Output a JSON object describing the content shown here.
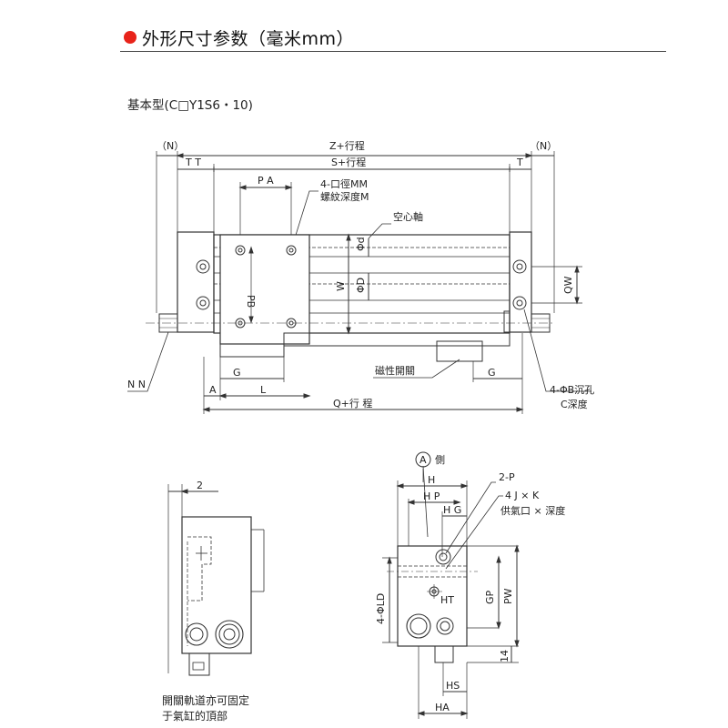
{
  "header": {
    "title": "外形尺寸参数（毫米mm）",
    "accent_color": "#e8231a"
  },
  "subtitle": "基本型(C□Y1S6・10)",
  "labels": {
    "n_left": "（N）",
    "n_right": "（N）",
    "z_stroke": "Z+行程",
    "s_stroke": "S+行程",
    "tt": "T T",
    "t": "T",
    "pa": "P A",
    "mm_thread_1": "4-口徑MM",
    "mm_thread_2": "螺紋深度M",
    "hollow_shaft": "空心軸",
    "phi_d_small": "Φd",
    "phi_d_big": "ΦD",
    "pb": "PB",
    "w": "W",
    "qw": "QW",
    "nn": "N N",
    "g_left": "G",
    "g_right": "G",
    "a": "A",
    "l": "L",
    "magnetic_switch": "磁性開關",
    "phi_b_1": "4-ΦB沉孔",
    "phi_b_2": "C深度",
    "q_stroke": "Q+行 程",
    "dim_2": "2",
    "side_a": "側",
    "side_a_circle": "A",
    "h": "H",
    "hp": "H P",
    "hg": "H G",
    "port_2p": "2-P",
    "port_4jk": "4 J × K",
    "supply_port": "供氣口 × 深度",
    "four_phi_ld": "4-ΦLD",
    "ht": "HT",
    "gp": "GP",
    "pw": "PW",
    "dim_14": "14",
    "hs": "HS",
    "ha": "HA"
  },
  "note": {
    "line1": "開關軌道亦可固定",
    "line2": "于氣缸的頂部"
  }
}
